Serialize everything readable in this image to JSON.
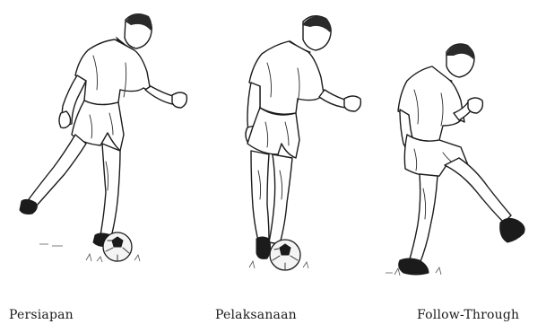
{
  "captions": {
    "step1": "Persiapan",
    "step2": "Pelaksanaan",
    "step3": "Follow-Through"
  },
  "figures": [
    {
      "id": "preparation",
      "icon": "player-preparation-sketch"
    },
    {
      "id": "execution",
      "icon": "player-execution-sketch"
    },
    {
      "id": "follow-through",
      "icon": "player-follow-through-sketch"
    }
  ]
}
